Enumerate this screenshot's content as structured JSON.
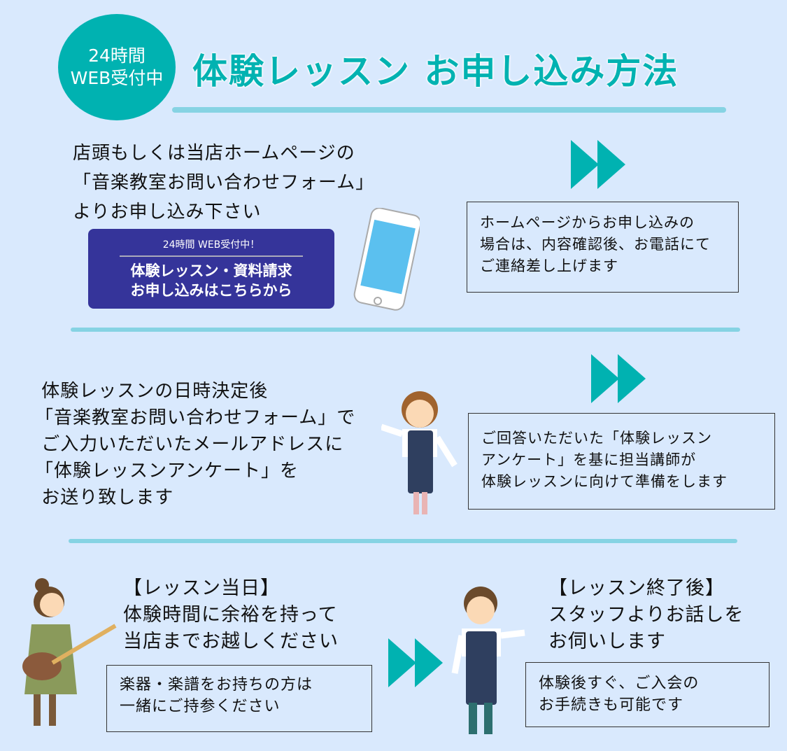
{
  "badge": {
    "line1": "24時間",
    "line2": "WEB受付中"
  },
  "title": "体験レッスン お申し込み方法",
  "step1": {
    "text": "店頭もしくは当店ホームページの\n「音楽教室お問い合わせフォーム」\nよりお申し込み下さい",
    "cta": {
      "top": "24時間 WEB受付中！",
      "line1": "体験レッスン・資料請求",
      "line2": "お申し込みはこちらから"
    },
    "note": "ホームページからお申し込みの\n場合は、内容確認後、お電話にて\nご連絡差し上げます"
  },
  "step2": {
    "text": " 体験レッスンの日時決定後\n「音楽教室お問い合わせフォーム」で\n ご入力いただいたメールアドレスに\n「体験レッスンアンケート」を\n お送り致します",
    "note": "ご回答いただいた「体験レッスン\nアンケート」を基に担当講師が\n体験レッスンに向けて準備をします"
  },
  "step3": {
    "text": "【レッスン当日】\n体験時間に余裕を持って\n当店までお越しください",
    "note": "楽器・楽譜をお持ちの方は\n一緒にご持参ください"
  },
  "step4": {
    "text": "【レッスン終了後】\nスタッフよりお話しを\nお伺いします",
    "note": "体験後すぐ、ご入会の\nお手続きも可能です"
  },
  "colors": {
    "teal": "#00b2b1",
    "navy": "#35349a",
    "bg": "#d9e9fd"
  }
}
